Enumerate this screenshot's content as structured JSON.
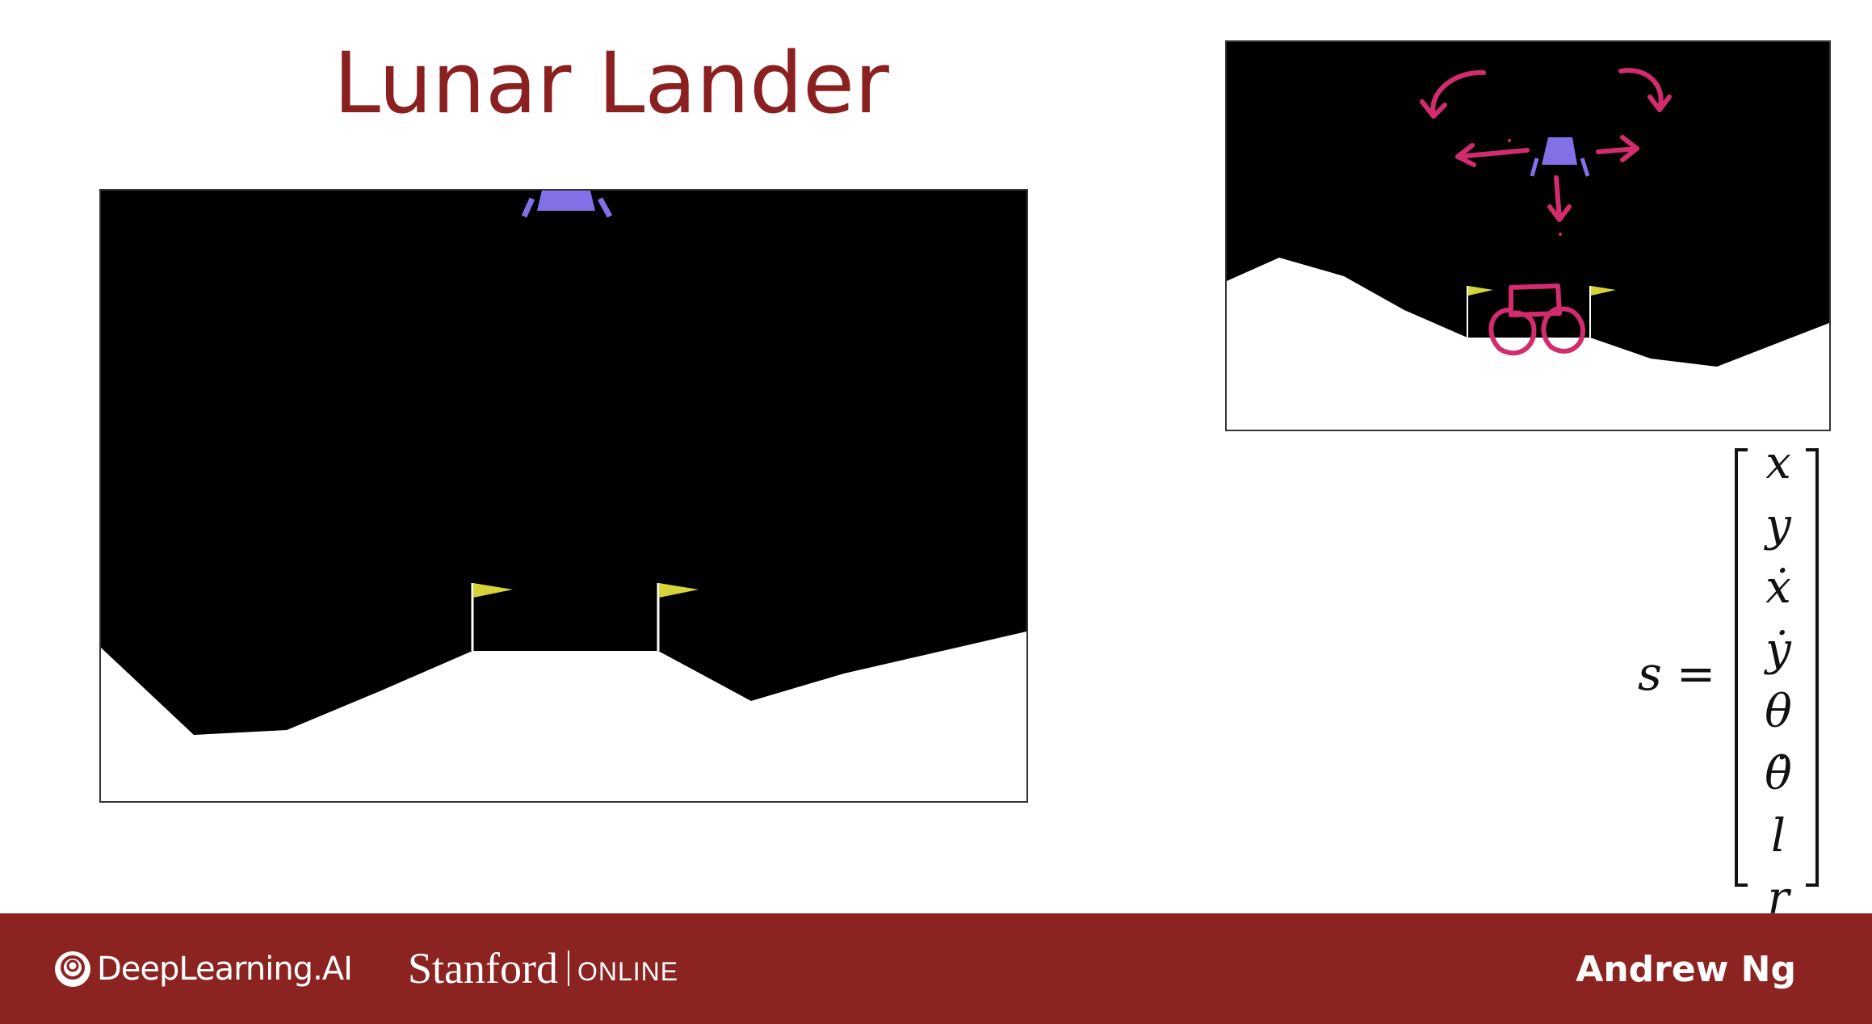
{
  "slide": {
    "title": "Lunar Lander"
  },
  "state_vector": {
    "label": "s",
    "equals": "=",
    "entries": [
      "x",
      "y",
      "ẋ",
      "ẏ",
      "θ",
      "θ̇",
      "l",
      "r"
    ]
  },
  "colors": {
    "title": "#8a2120",
    "footer": "#8b2320",
    "lander": "#8270e6",
    "flag": "#d6d43a",
    "annotation": "#d22c6f",
    "terrain": "#ffffff",
    "sky": "#000000"
  },
  "icons": {
    "dl_logo": "deeplearning-ai-logo-icon",
    "lander": "lunar-lander-icon",
    "flag": "landing-flag-icon"
  },
  "footer": {
    "dl_brand": "DeepLearning.AI",
    "stanford": "Stanford",
    "online": "ONLINE",
    "presenter": "Andrew Ng"
  }
}
